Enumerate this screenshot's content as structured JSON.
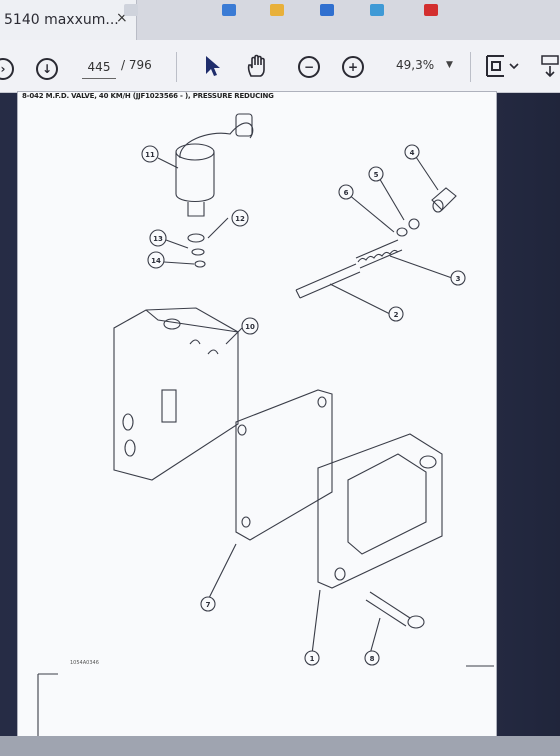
{
  "tab": {
    "title": "5140 maxxum...",
    "close_icon": "×"
  },
  "toolbar": {
    "page_current": "445",
    "page_total": "/ 796",
    "zoom": "49,3%"
  },
  "document": {
    "header": "8-042 M.F.D. VALVE, 40 KM/H (JJF1023566 - ), PRESSURE REDUCING",
    "footer_code": "1054A0346",
    "callouts": [
      "11",
      "4",
      "5",
      "6",
      "12",
      "13",
      "14",
      "3",
      "2",
      "10",
      "7",
      "1",
      "8"
    ]
  },
  "colors": {
    "tab_bg": "#eef0f4",
    "toolbar_bg": "#f1f2f6",
    "page_bg": "#f9fafc",
    "line": "#3a3d48"
  }
}
